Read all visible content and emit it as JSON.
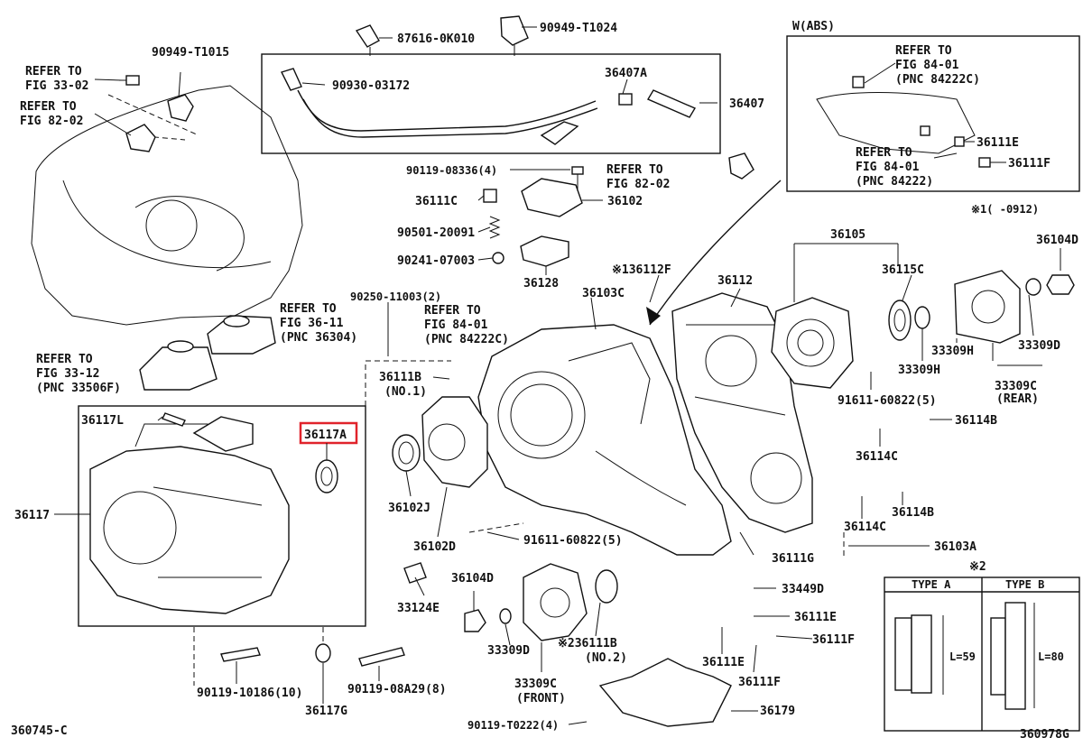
{
  "diagram": {
    "refs": {
      "r1": "REFER TO",
      "r1b": "FIG 33-02",
      "r2": "REFER TO",
      "r2b": "FIG 82-02",
      "r3": "REFER TO",
      "r3b": "FIG 36-11",
      "r3c": "(PNC 36304)",
      "r4": "REFER TO",
      "r4b": "FIG 33-12",
      "r4c": "(PNC 33506F)",
      "r5": "REFER TO",
      "r5b": "FIG 82-02",
      "r6": "REFER TO",
      "r6b": "FIG 84-01",
      "r6c": "(PNC 84222C)",
      "r7": "REFER TO",
      "r7b": "FIG 84-01",
      "r7c": "(PNC 84222C)",
      "r8": "REFER TO",
      "r8b": "FIG 84-01",
      "r8c": "(PNC 84222)"
    },
    "labels": {
      "p90949T1015": "90949-T1015",
      "p876160K010": "87616-0K010",
      "p90949T1024": "90949-T1024",
      "p9093003172": "90930-03172",
      "p36407A": "36407A",
      "p36407": "36407",
      "p9011908336": "90119-08336(4)",
      "p36111C": "36111C",
      "p36102": "36102",
      "p9050120091": "90501-20091",
      "p9024107003": "90241-07003",
      "p36128": "36128",
      "p36112F": "※136112F",
      "p36103C": "36103C",
      "p36112": "36112",
      "p36105": "36105",
      "p36104Dtop": "36104D",
      "p36115C": "36115C",
      "p9025011003": "90250-11003(2)",
      "p36111B": "36111B",
      "pNO1": "(NO.1)",
      "p36117L": "36117L",
      "p36117A": "36117A",
      "p36117": "36117",
      "p36102J": "36102J",
      "p36102D": "36102D",
      "p9161160822a": "91611-60822(5)",
      "p33309H": "33309H",
      "p33309Hb": "33309H",
      "p33309D": "33309D",
      "p33309C": "33309C",
      "pREAR": "(REAR)",
      "p9161160822b": "91611-60822(5)",
      "p36114B": "36114B",
      "p36114C": "36114C",
      "p36114Cb": "36114C",
      "p36114Bb": "36114B",
      "p36111G": "36111G",
      "p36103A": "36103A",
      "p33124E": "33124E",
      "p36104D": "36104D",
      "p33449D": "33449D",
      "p36111E": "36111E",
      "p33309Db": "33309D",
      "p36111Bb": "※236111B",
      "pNO2": "(NO.2)",
      "p36111Eb": "36111E",
      "p36111F": "36111F",
      "p36111Fb": "36111F",
      "p33309Cb": "33309C",
      "pFRONT": "(FRONT)",
      "p9011910186": "90119-10186(10)",
      "p36117G": "36117G",
      "p90119A29": "90119-08A29(8)",
      "p90119T0222": "90119-T0222(4)",
      "p36179": "36179",
      "p36111Ew": "36111E",
      "p36111Fw": "36111F",
      "note1": "※1(   -0912)",
      "note2": "※2",
      "wabs": "W(ABS)",
      "typeA": "TYPE A",
      "typeB": "TYPE B",
      "lenA": "L=59",
      "lenB": "L=80",
      "codeL": "360745-C",
      "codeR": "360978G"
    }
  }
}
